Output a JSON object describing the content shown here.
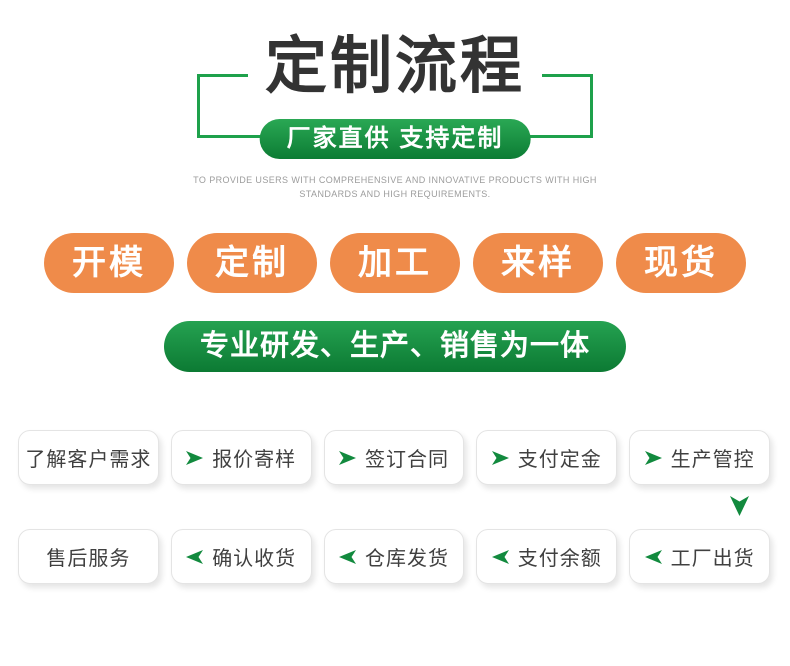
{
  "header": {
    "title": "定制流程",
    "badge": "厂家直供 支持定制",
    "tagline_line1": "TO PROVIDE USERS WITH COMPREHENSIVE AND INNOVATIVE PRODUCTS WITH HIGH",
    "tagline_line2": "STANDARDS AND HIGH REQUIREMENTS."
  },
  "capabilities": [
    "开模",
    "定制",
    "加工",
    "来样",
    "现货"
  ],
  "banner": {
    "text": "专业研发、生产、销售为一体"
  },
  "flow": {
    "row1": [
      {
        "label": "了解客户需求",
        "arrow": "none"
      },
      {
        "label": "报价寄样",
        "arrow": "right"
      },
      {
        "label": "签订合同",
        "arrow": "right"
      },
      {
        "label": "支付定金",
        "arrow": "right"
      },
      {
        "label": "生产管控",
        "arrow": "right"
      }
    ],
    "connector": "down-arrow",
    "row2": [
      {
        "label": "售后服务",
        "arrow": "none"
      },
      {
        "label": "确认收货",
        "arrow": "left"
      },
      {
        "label": "仓库发货",
        "arrow": "left"
      },
      {
        "label": "支付余额",
        "arrow": "left"
      },
      {
        "label": "工厂出货",
        "arrow": "left"
      }
    ]
  },
  "colors": {
    "accent_green": "#1ea14b",
    "pill_green_top": "#2aa854",
    "pill_green_bottom": "#0c7c34",
    "orange": "#ef8b4a",
    "arrow_green": "#128a3e",
    "title_black": "#333333",
    "tagline_gray": "#9c9c9c",
    "box_text": "#404040",
    "box_border": "#e4e4e4"
  }
}
